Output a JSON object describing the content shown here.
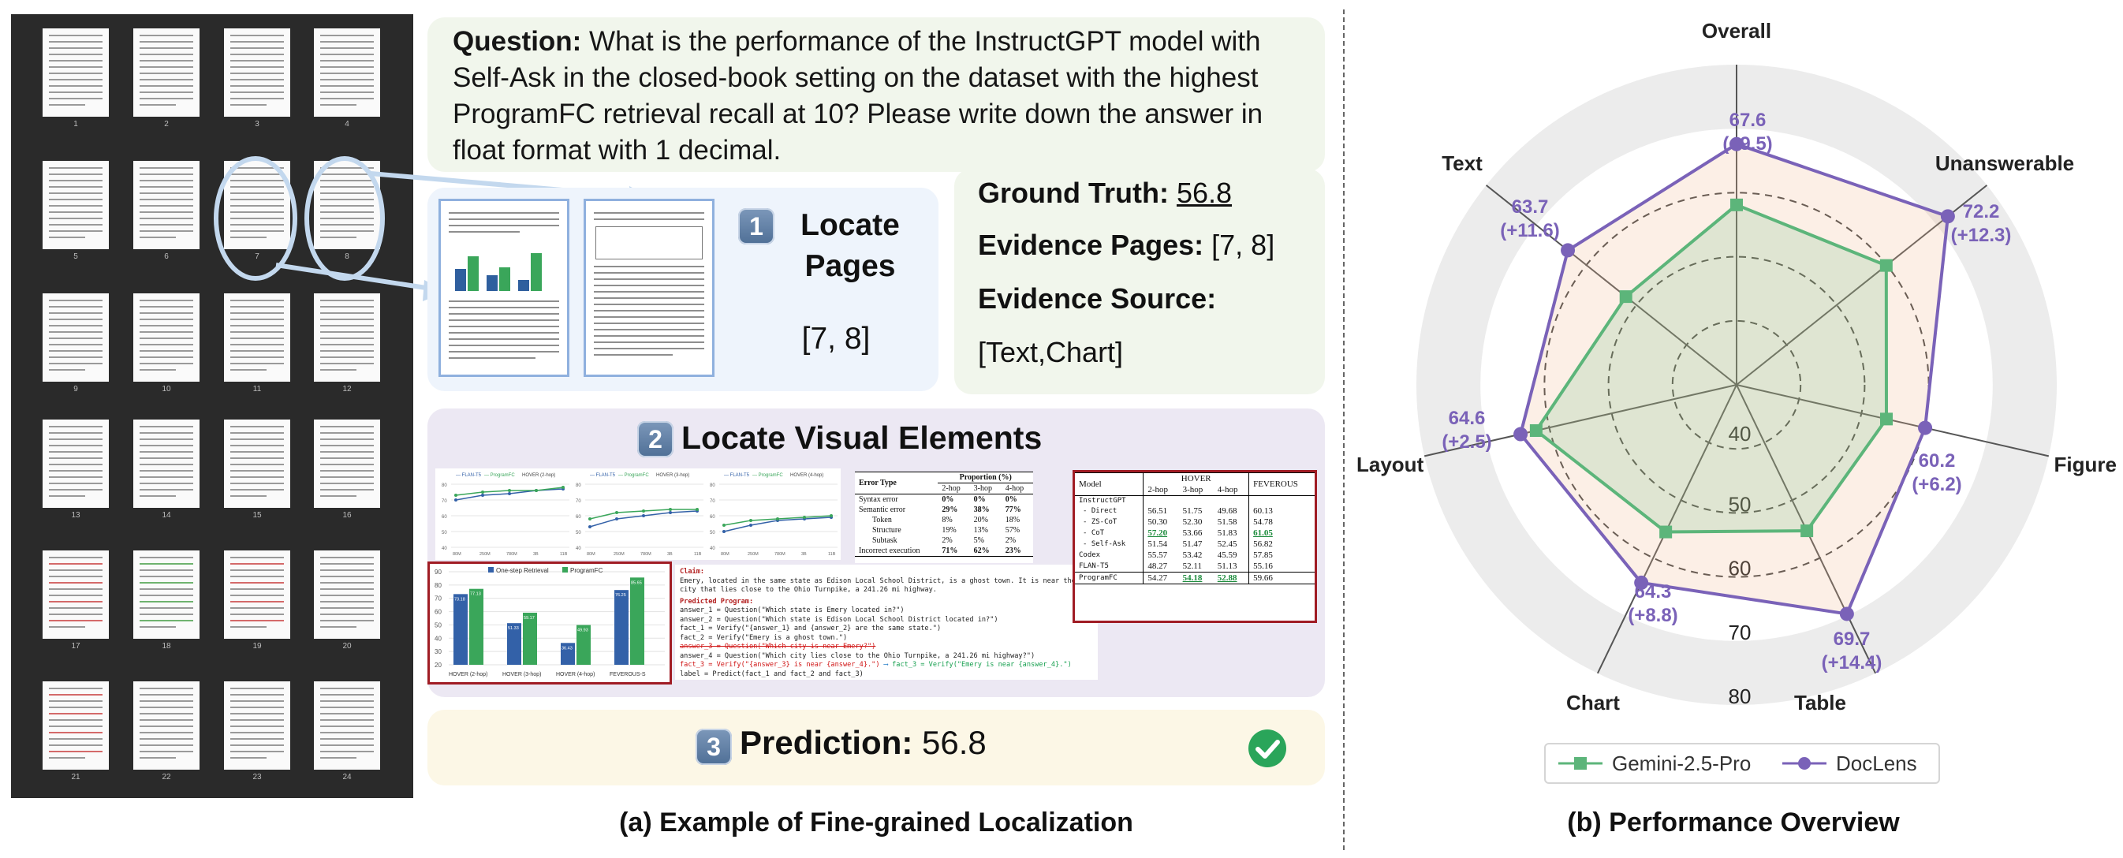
{
  "thumbnails": {
    "pages": [
      "1",
      "2",
      "3",
      "4",
      "5",
      "6",
      "7",
      "8",
      "9",
      "10",
      "11",
      "12",
      "13",
      "14",
      "15",
      "16",
      "17",
      "18",
      "19",
      "20",
      "21",
      "22",
      "23",
      "24"
    ]
  },
  "question": {
    "label": "Question:",
    "text": " What is the performance of the InstructGPT model with Self-Ask in the closed-book setting on the dataset with the highest ProgramFC retrieval recall at 10? Please write down the answer in float format with 1 decimal."
  },
  "locate_pages": {
    "step": "1",
    "title_line1": "Locate",
    "title_line2": "Pages",
    "result": "[7, 8]"
  },
  "ground_truth": {
    "gt_label": "Ground Truth:",
    "gt_value": "56.8",
    "pages_label": "Evidence Pages:",
    "pages_value": "[7, 8]",
    "source_label": "Evidence Source:",
    "source_value": "[Text,Chart]"
  },
  "locate_visual": {
    "step": "2",
    "title": "Locate Visual Elements",
    "line_charts": {
      "legend": [
        "FLAN-T5",
        "ProgramFC"
      ],
      "panels": [
        "HOVER (2-hop)",
        "HOVER (3-hop)",
        "HOVER (4-hop)"
      ],
      "yticks": [
        "80",
        "70",
        "60",
        "50",
        "40"
      ],
      "xticks": [
        "80M",
        "250M",
        "780M",
        "3B",
        "11B"
      ]
    },
    "error_table": {
      "header": [
        "Error Type",
        "Proportion (%)"
      ],
      "subheader": [
        "2-hop",
        "3-hop",
        "4-hop"
      ],
      "rows": [
        [
          "Syntax error",
          "0%",
          "0%",
          "0%"
        ],
        [
          "Semantic error",
          "29%",
          "38%",
          "77%"
        ],
        [
          "Token",
          "8%",
          "20%",
          "18%"
        ],
        [
          "Structure",
          "19%",
          "13%",
          "57%"
        ],
        [
          "Subtask",
          "2%",
          "5%",
          "2%"
        ],
        [
          "Incorrect execution",
          "71%",
          "62%",
          "23%"
        ]
      ]
    },
    "bar_chart": {
      "legend": [
        "One-step Retrieval",
        "ProgramFC"
      ],
      "categories": [
        "HOVER (2-hop)",
        "HOVER (3-hop)",
        "HOVER (4-hop)",
        "FEVEROUS-S"
      ],
      "yticks": [
        "90",
        "80",
        "70",
        "60",
        "50",
        "40",
        "30",
        "20"
      ],
      "one_step": [
        73.18,
        51.33,
        36.43,
        76.25
      ],
      "programfc": [
        77.13,
        59.17,
        49.93,
        85.65
      ]
    },
    "code": {
      "claim_label": "Claim:",
      "claim": "Emery, located in the same state as Edison Local School District, is a ghost town. It is near the city that lies close to the Ohio Turnpike, a 241.26 mi highway.",
      "program_label": "Predicted Program:",
      "lines": [
        "answer_1 = Question(\"Which state is Emery located in?\")",
        "answer_2 = Question(\"Which state is Edison Local School District located in?\")",
        "fact_1 = Verify(\"{answer_1} and {answer_2} are the same state.\")",
        "fact_2 = Verify(\"Emery is a ghost town.\")",
        "answer_3 = Question(\"Which city is near Emery?\")",
        "answer_4 = Question(\"Which city lies close to the Ohio Turnpike, a 241.26 mi highway?\")",
        "fact_3 = Verify(\"{answer_3} is near {answer_4}.\")",
        "fact_3 = Verify(\"Emery is near {answer_4}.\")",
        "label = Predict(fact_1 and fact_2 and fact_3)"
      ]
    },
    "results_table": {
      "header": [
        "Model",
        "HOVER",
        "FEVEROUS"
      ],
      "subheader": [
        "2-hop",
        "3-hop",
        "4-hop"
      ],
      "group": "InstructGPT",
      "rows": [
        [
          "- Direct",
          "56.51",
          "51.75",
          "49.68",
          "60.13"
        ],
        [
          "- ZS-CoT",
          "50.30",
          "52.30",
          "51.58",
          "54.78"
        ],
        [
          "- CoT",
          "57.20",
          "53.66",
          "51.83",
          "61.05"
        ],
        [
          "- Self-Ask",
          "51.54",
          "51.47",
          "52.45",
          "56.82"
        ],
        [
          "Codex",
          "55.57",
          "53.42",
          "45.59",
          "57.85"
        ],
        [
          "FLAN-T5",
          "48.27",
          "52.11",
          "51.13",
          "55.16"
        ],
        [
          "ProgramFC",
          "54.27",
          "54.18",
          "52.88",
          "59.66"
        ]
      ]
    }
  },
  "prediction": {
    "step": "3",
    "label": "Prediction:",
    "value": " 56.8"
  },
  "captions": {
    "left": "(a) Example of Fine-grained Localization",
    "right": "(b) Performance Overview"
  },
  "colors": {
    "gemini": "#5cb57a",
    "doclens": "#7a62b8",
    "highlight_frame": "#a01c24",
    "check": "#2aa55a"
  },
  "chart_data": {
    "type": "radar",
    "axes": [
      "Overall",
      "Unanswerable",
      "Figure",
      "Table",
      "Chart",
      "Layout",
      "Text"
    ],
    "rlim": [
      30,
      80
    ],
    "ring_labels": [
      "40",
      "50",
      "60",
      "70",
      "80"
    ],
    "series": [
      {
        "name": "Gemini-2.5-Pro",
        "values": [
          58.1,
          59.9,
          54.0,
          55.3,
          55.5,
          62.1,
          52.1
        ]
      },
      {
        "name": "DocLens",
        "values": [
          67.6,
          72.2,
          60.2,
          69.7,
          64.3,
          64.6,
          63.7
        ]
      }
    ],
    "annotations": [
      {
        "axis": "Overall",
        "value": "67.6",
        "delta": "(+9.5)"
      },
      {
        "axis": "Unanswerable",
        "value": "72.2",
        "delta": "(+12.3)"
      },
      {
        "axis": "Figure",
        "value": "60.2",
        "delta": "(+6.2)"
      },
      {
        "axis": "Table",
        "value": "69.7",
        "delta": "(+14.4)"
      },
      {
        "axis": "Chart",
        "value": "64.3",
        "delta": "(+8.8)"
      },
      {
        "axis": "Layout",
        "value": "64.6",
        "delta": "(+2.5)"
      },
      {
        "axis": "Text",
        "value": "63.7",
        "delta": "(+11.6)"
      }
    ],
    "legend_placement": "bottom"
  }
}
